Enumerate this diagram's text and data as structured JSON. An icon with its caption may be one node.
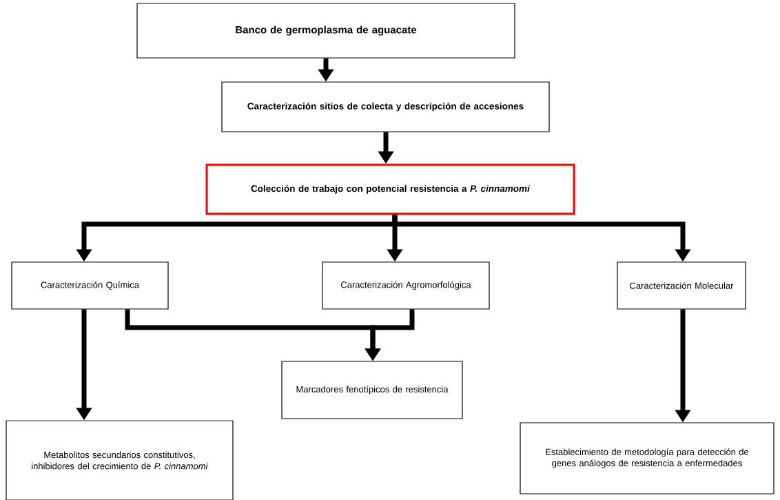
{
  "diagram": {
    "nodes": [
      {
        "text": [
          "Banco de germoplasma de aguacate"
        ]
      },
      {
        "text": [
          "Caracterización sitios de colecta y descripción de accesiones"
        ]
      },
      {
        "text": [
          "Colección de trabajo con potencial resistencia a *P. cinnamomi*"
        ]
      },
      {
        "text": [
          "Caracterización Química"
        ]
      },
      {
        "text": [
          "Caracterización Agromorfológica"
        ]
      },
      {
        "text": [
          "Caracterización Molecular"
        ]
      },
      {
        "text": [
          "Marcadores fenotípicos de resistencia"
        ]
      },
      {
        "text": [
          "Metabolitos secundarios constitutivos, inhibidores del crecimiento de *P. cinnamomi*"
        ]
      },
      {
        "text": [
          "Establecimiento de metodología para detección de genes análogos de resistencia a enfermedades"
        ]
      }
    ],
    "edges": [
      {
        "from": 0,
        "to": 1,
        "arrow": "to"
      },
      {
        "from": 1,
        "to": 2,
        "arrow": "to"
      },
      {
        "from": 2,
        "to": 3,
        "arrow": "to"
      },
      {
        "from": 2,
        "to": 4,
        "arrow": "to"
      },
      {
        "from": 2,
        "to": 5,
        "arrow": "to"
      },
      {
        "from": 3,
        "to": 7,
        "arrow": "to"
      },
      {
        "from": 3,
        "to": 6,
        "arrow": "to"
      },
      {
        "from": 4,
        "to": 6,
        "arrow": "to"
      },
      {
        "from": 5,
        "to": 8,
        "arrow": "to"
      }
    ]
  }
}
